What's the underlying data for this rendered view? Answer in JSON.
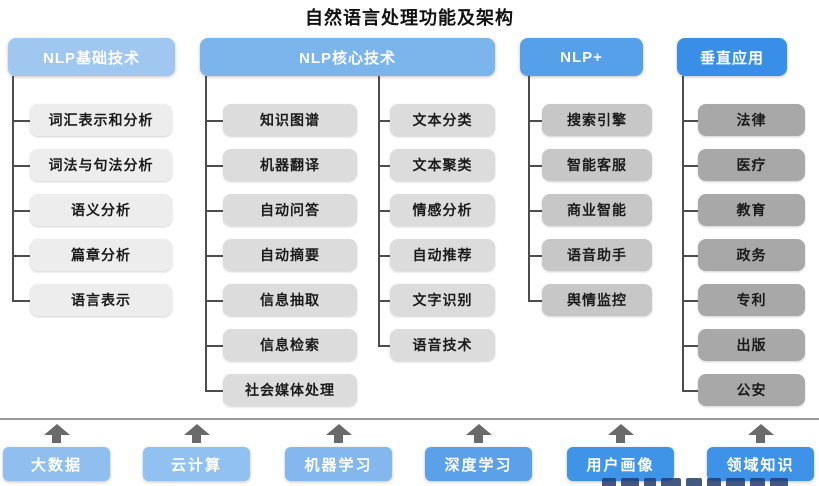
{
  "title": "自然语言处理功能及架构",
  "headers": [
    {
      "label": "NLP基础技术",
      "color": "#9fc7f0"
    },
    {
      "label": "NLP核心技术",
      "color": "#7cb4ec"
    },
    {
      "label": "NLP+",
      "color": "#55a0e9"
    },
    {
      "label": "垂直应用",
      "color": "#398ee7"
    }
  ],
  "groups": [
    {
      "name": "nlp-basic",
      "box_color": "#ededed",
      "items": [
        "词汇表示和分析",
        "词法与句法分析",
        "语义分析",
        "篇章分析",
        "语言表示"
      ]
    },
    {
      "name": "nlp-core-left",
      "box_color": "#dcdcdc",
      "items": [
        "知识图谱",
        "机器翻译",
        "自动问答",
        "自动摘要",
        "信息抽取",
        "信息检索",
        "社会媒体处理"
      ]
    },
    {
      "name": "nlp-core-right",
      "box_color": "#dcdcdc",
      "items": [
        "文本分类",
        "文本聚类",
        "情感分析",
        "自动推荐",
        "文字识别",
        "语音技术"
      ]
    },
    {
      "name": "nlp-plus",
      "box_color": "#c7c7c7",
      "items": [
        "搜索引擎",
        "智能客服",
        "商业智能",
        "语音助手",
        "舆情监控"
      ]
    },
    {
      "name": "vertical-apps",
      "box_color": "#a8a8a8",
      "items": [
        "法律",
        "医疗",
        "教育",
        "政务",
        "专利",
        "出版",
        "公安"
      ]
    }
  ],
  "foundation": [
    {
      "label": "大数据",
      "color": "#90bfef"
    },
    {
      "label": "云计算",
      "color": "#90c1f0"
    },
    {
      "label": "机器学习",
      "color": "#83b7ed"
    },
    {
      "label": "深度学习",
      "color": "#5ba1e9"
    },
    {
      "label": "用户画像",
      "color": "#4094e8"
    },
    {
      "label": "领域知识",
      "color": "#3e92e8"
    }
  ],
  "colors": {
    "connector": "#4d4d4d",
    "separator": "#9b9b9b",
    "arrow": "#6a6a6a",
    "box_text": "#1a1a1a",
    "header_text": "#ffffff"
  }
}
